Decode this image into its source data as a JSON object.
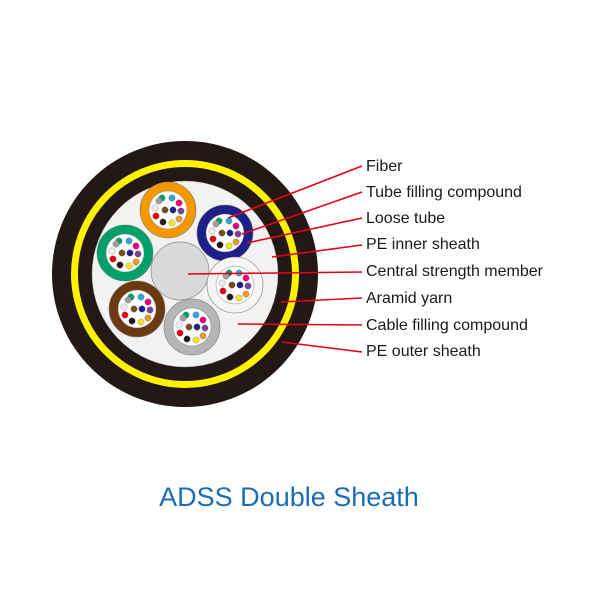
{
  "title": "ADSS Double Sheath",
  "labels": [
    "Fiber",
    "Tube filling compound",
    "Loose tube",
    "PE inner sheath",
    "Central strength member",
    "Aramid yarn",
    "Cable filling compound",
    "PE outer sheath"
  ],
  "colors": {
    "outer_sheath": "#231815",
    "aramid": "#fff200",
    "inner_sheath": "#231815",
    "filling": "#f2f2f2",
    "central_member": "#d9d9d9",
    "leader_line": "#e60012",
    "title": "#1b6cb4"
  },
  "tubes": [
    {
      "name": "orange",
      "color": "#f39800"
    },
    {
      "name": "blue",
      "color": "#1d2088"
    },
    {
      "name": "green",
      "color": "#00a06a"
    },
    {
      "name": "white",
      "color": "#f5f5f5"
    },
    {
      "name": "brown",
      "color": "#6b3a10"
    },
    {
      "name": "grey",
      "color": "#b5b5b5"
    }
  ],
  "fiber_colors": [
    "#00a06a",
    "#2ea7e0",
    "#e4007f",
    "#7d3f98",
    "#e89a2c",
    "#f5e42a",
    "#231815",
    "#e60012",
    "#eeeeee",
    "#9e9e9e",
    "#7b4a1e",
    "#1d2088"
  ]
}
